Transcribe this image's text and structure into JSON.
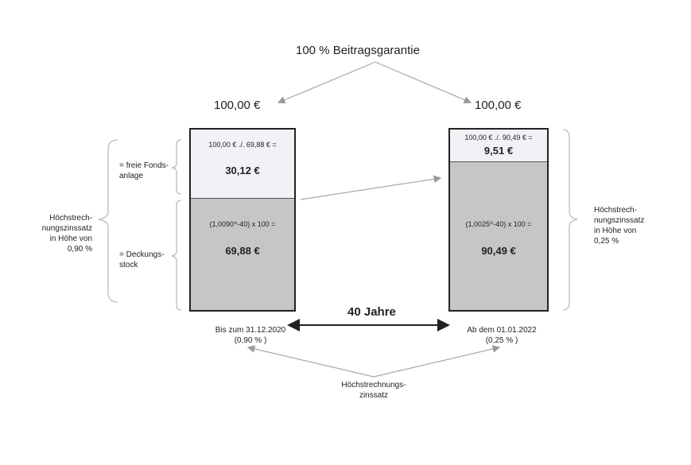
{
  "title": "100 % Beitragsgarantie",
  "left": {
    "amount": "100,00 €",
    "top_formula": "100,00 € ./. 69,88 € =",
    "top_value": "30,12 €",
    "bottom_formula": "(1,0090^-40) x 100 =",
    "bottom_value": "69,88 €",
    "date_line1": "Bis zum 31.12.2020",
    "date_line2": "(0,90 % )",
    "rate_label": [
      "Höchstrech-",
      "nungszinssatz",
      "in Höhe von",
      "0,90 %"
    ]
  },
  "right": {
    "amount": "100,00 €",
    "top_formula": "100,00 € ./. 90,49 € =",
    "top_value": "9,51 €",
    "bottom_formula": "(1,0025^-40) x 100 =",
    "bottom_value": "90,49 €",
    "date_line1": "Ab dem 01.01.2022",
    "date_line2": "(0,25 % )",
    "rate_label": [
      "Höchstrech-",
      "nungszinssatz",
      "in Höhe von",
      "0,25 %"
    ]
  },
  "fonds_label": [
    "= freie Fonds-",
    "anlage"
  ],
  "deckung_label": [
    "= Deckungs-",
    "stock"
  ],
  "years": "40 Jahre",
  "bottom_label": [
    "Höchstrechnungs-",
    "zinssatz"
  ]
}
